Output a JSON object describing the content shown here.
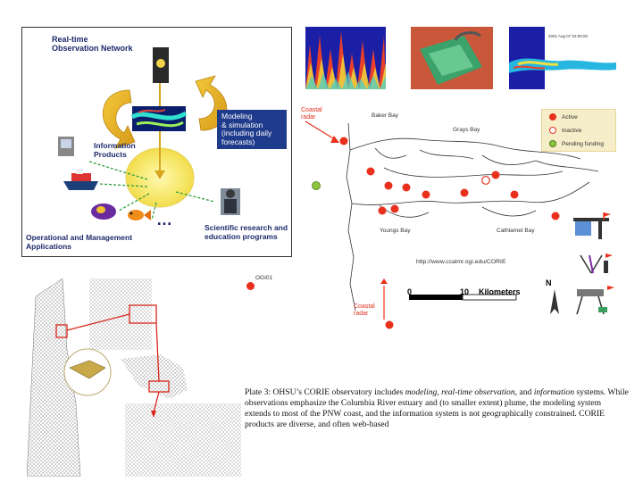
{
  "diagram": {
    "realtime_label_line1": "Real-time",
    "realtime_label_line2": "Observation Network",
    "sim_line1": "Modeling",
    "sim_line2": "& simulation",
    "sim_line3": "(including daily",
    "sim_line4": "forecasts)",
    "info_line1": "Information",
    "info_line2": "Products",
    "sci_line1": "Scientific research and",
    "sci_line2": "education programs",
    "ops_line1": "Operational and Management",
    "ops_line2": "Applications",
    "ellipsis": "…"
  },
  "thumbnails": {
    "plume_timestamp": "2001 Aug 07 02:00:00"
  },
  "map": {
    "coastal_radar_top_line1": "Coastal",
    "coastal_radar_top_line2": "radar",
    "coastal_radar_bottom_line1": "Coastal",
    "coastal_radar_bottom_line2": "radar",
    "baker_bay": "Baker Bay",
    "grays_bay": "Grays Bay",
    "youngs_bay": "Youngs Bay",
    "cathlamet_bay": "Cathlamet Bay",
    "url": "http://www.ccalmr.ogi.edu/CORIE",
    "ogi_label": "OGI01",
    "scale_zero": "0",
    "scale_ten": "10",
    "scale_unit": "Kilometers",
    "north": "N",
    "colors": {
      "active": "#e8301c",
      "inactive": "#e8301c",
      "pending": "#8dc63f"
    }
  },
  "legend": {
    "active": "Active",
    "inactive": "Inactive",
    "pending": "Pending funding"
  },
  "caption": {
    "p1": "Plate 3: OHSU’s CORIE observatory includes ",
    "modeling": "modeling",
    "sep1": ", ",
    "realtime": "real-time observation",
    "sep2": ", and ",
    "information": "information",
    "p2": " systems. While observations emphasize the Columbia River estuary and (to smaller extent) plume, the modeling system extends to most of the PNW coast, and the information system is not geographically constrained. CORIE products are diverse, and often web-based"
  }
}
